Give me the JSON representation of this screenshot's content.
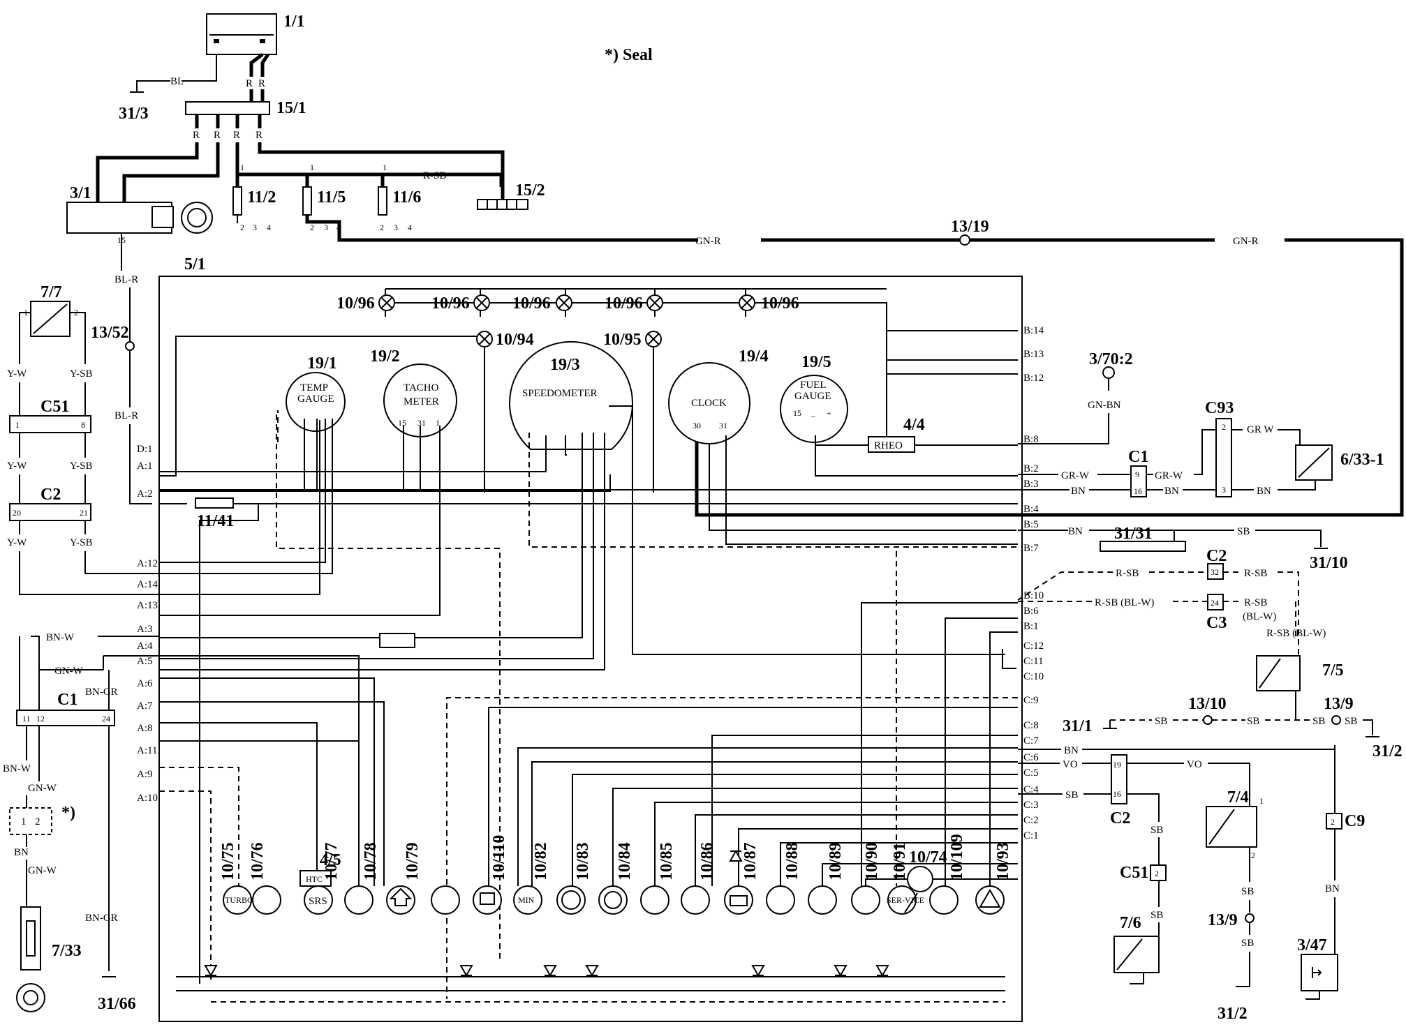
{
  "note": "*) Seal",
  "components": {
    "battery": "1/1",
    "fusebox_main": "15/1",
    "ground_31_3": "31/3",
    "ignition_switch": "3/1",
    "fuse_15_2": "15/2",
    "fuse_11_2": "11/2",
    "fuse_11_5": "11/5",
    "fuse_11_6": "11/6",
    "splice_13_19": "13/19",
    "instrument_cluster": "5/1",
    "temp_sender": "7/7",
    "splice_13_52": "13/52",
    "conn_c51_left": "C51",
    "conn_c2_left": "C2",
    "conn_c1_left": "C1",
    "seal_marker": "*)",
    "speed_sensor": "7/33",
    "ground_31_66": "31/66",
    "fuse_11_41": "11/41",
    "htc_module": "4/5",
    "htc_text": "HTC",
    "rheostat": "4/4",
    "rheo_text": "RHEO",
    "conn_3_70": "3/70:2",
    "conn_c93": "C93",
    "conn_c1_right": "C1",
    "fuel_sender": "6/33-1",
    "ground_31_31": "31/31",
    "ground_31_10": "31/10",
    "conn_c2_right": "C2",
    "conn_c3_right": "C3",
    "switch_7_5": "7/5",
    "splice_13_10": "13/10",
    "splice_13_9": "13/9",
    "ground_31_1": "31/1",
    "ground_31_2": "31/2",
    "conn_c2_lower": "C2",
    "conn_c51_lower": "C51",
    "switch_7_4": "7/4",
    "switch_7_6": "7/6",
    "splice_13_9b": "13/9",
    "ground_31_2b": "31/2",
    "conn_c9": "C9",
    "sensor_3_47": "3/47"
  },
  "bulbs": {
    "illum": "10/96",
    "b_10_94": "10/94",
    "b_10_95": "10/95",
    "b_10_74": "10/74"
  },
  "gauges": [
    {
      "id": "19/1",
      "line1": "TEMP",
      "line2": "GAUGE"
    },
    {
      "id": "19/2",
      "line1": "TACHO",
      "line2": "METER",
      "pins": [
        "15",
        "31",
        "1"
      ]
    },
    {
      "id": "19/3",
      "line1": "SPEEDOMETER",
      "line2": ""
    },
    {
      "id": "19/4",
      "line1": "CLOCK",
      "line2": "",
      "pins": [
        "30",
        "31"
      ]
    },
    {
      "id": "19/5",
      "line1": "FUEL",
      "line2": "GAUGE",
      "pins": [
        "15",
        "_",
        "+"
      ]
    }
  ],
  "warning_lamps": [
    "10/75",
    "10/76",
    "10/77",
    "10/78",
    "10/79",
    "10/110",
    "10/82",
    "10/83",
    "10/84",
    "10/85",
    "10/86",
    "10/87",
    "10/88",
    "10/89",
    "10/90",
    "10/91",
    "10/109",
    "10/93"
  ],
  "lamp_symbols": {
    "turbo": "TURBO",
    "srs": "SRS",
    "min": "MIN",
    "service": "SER-VICE"
  },
  "wires": {
    "bl": "BL",
    "r": "R",
    "rsb": "R-SB",
    "gnr": "GN-R",
    "blr": "BL-R",
    "yw": "Y-W",
    "ysb": "Y-SB",
    "bnw": "BN-W",
    "gnw": "GN-W",
    "bngr": "BN-GR",
    "bn": "BN",
    "gnbn": "GN-BN",
    "grw": "GR-W",
    "grw2": "GR W",
    "sb": "SB",
    "rsbblw": "R-SB (BL-W)",
    "blw": "(BL-W)",
    "vo": "VO"
  },
  "pins_left": [
    "D:1",
    "A:1",
    "A:2",
    "A:12",
    "A:14",
    "A:13",
    "A:3",
    "A:4",
    "A:5",
    "A:6",
    "A:7",
    "A:8",
    "A:11",
    "A:9",
    "A:10"
  ],
  "pins_right": [
    "B:14",
    "B:13",
    "B:12",
    "B:8",
    "B:2",
    "B:3",
    "B:4",
    "B:5",
    "B:7",
    "B:10",
    "B:6",
    "B:1",
    "C:12",
    "C:11",
    "C:10",
    "C:9",
    "C:8",
    "C:7",
    "C:6",
    "C:5",
    "C:4",
    "C:3",
    "C:2",
    "C:1"
  ],
  "conn_pins": {
    "c51": [
      "1",
      "8"
    ],
    "c2": [
      "20",
      "21"
    ],
    "c1": [
      "11",
      "12",
      "24"
    ],
    "c93": [
      "2",
      "3"
    ],
    "c1r": [
      "9",
      "16"
    ],
    "c2r": [
      "32"
    ],
    "c3r": [
      "24"
    ],
    "c2low": [
      "19",
      "16"
    ],
    "c51low": [
      "2"
    ],
    "c9": [
      "2"
    ],
    "sw": [
      "1",
      "2"
    ],
    "ign": [
      "15"
    ],
    "fuse": [
      "1",
      "2",
      "3",
      "4"
    ],
    "seal": [
      "1",
      "2"
    ]
  }
}
